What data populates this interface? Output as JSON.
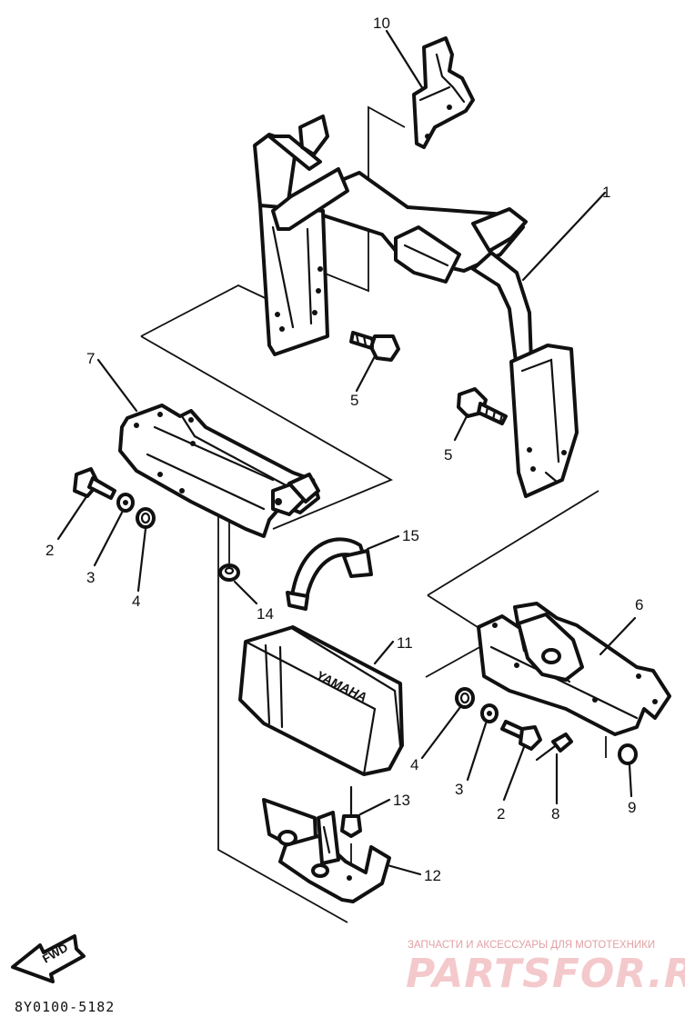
{
  "diagram": {
    "callouts": {
      "p1": "1",
      "p2a": "2",
      "p2b": "2",
      "p3a": "3",
      "p3b": "3",
      "p4a": "4",
      "p4b": "4",
      "p5a": "5",
      "p5b": "5",
      "p6": "6",
      "p7": "7",
      "p8": "8",
      "p9": "9",
      "p10": "10",
      "p11": "11",
      "p12": "12",
      "p13": "13",
      "p14": "14",
      "p15": "15"
    },
    "fwd_label": "FWD",
    "box_logo": "YAMAHA",
    "drawing_code": "8Y0100-5182"
  },
  "watermark": {
    "tagline": "ЗАПЧАСТИ И АКСЕССУАРЫ ДЛЯ МОТОТЕХНИКИ",
    "brand": "PARTSFOR.RU"
  },
  "colors": {
    "ink": "#111111",
    "watermark": "#f4c9cc"
  }
}
